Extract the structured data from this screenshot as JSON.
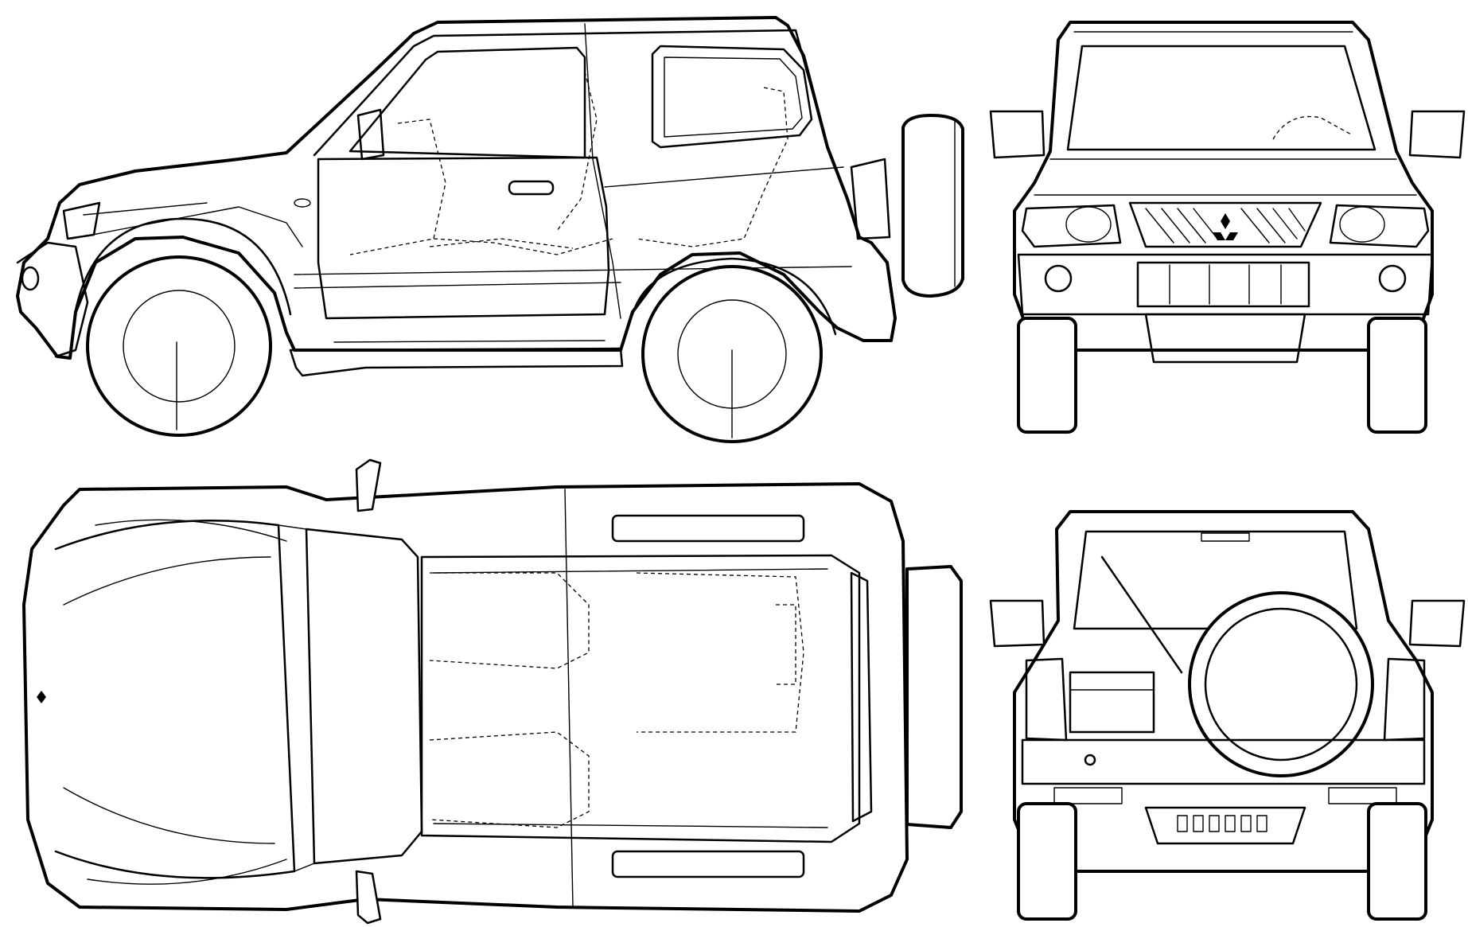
{
  "drawing": {
    "background": "#ffffff",
    "line_color": "#000000",
    "views": [
      "side",
      "front",
      "top",
      "rear"
    ],
    "emblem_icon": "three-diamond-emblem-icon"
  }
}
